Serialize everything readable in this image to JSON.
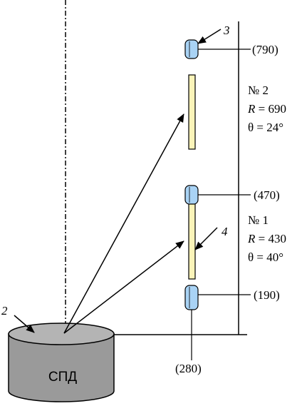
{
  "detector": {
    "label": "СПД"
  },
  "callouts": {
    "detector_number": "2",
    "lens_number": "3",
    "plate_number": "4"
  },
  "positions": {
    "top_lens": "(790)",
    "middle_lens": "(470)",
    "bottom_lens": "(190)",
    "bottom_stem": "(280)"
  },
  "blocks": [
    {
      "number": "№ 2",
      "r_symbol": "R",
      "r_value": "= 690",
      "theta_symbol": "θ",
      "theta_value": "= 24°"
    },
    {
      "number": "№ 1",
      "r_symbol": "R",
      "r_value": "= 430",
      "theta_symbol": "θ",
      "theta_value": "= 40°"
    }
  ],
  "colors": {
    "detector_fill": "#9a9a9a",
    "detector_top": "#b4b4b4",
    "lens_fill": "#a9d3f5",
    "plate_fill": "#fbf4b9"
  }
}
